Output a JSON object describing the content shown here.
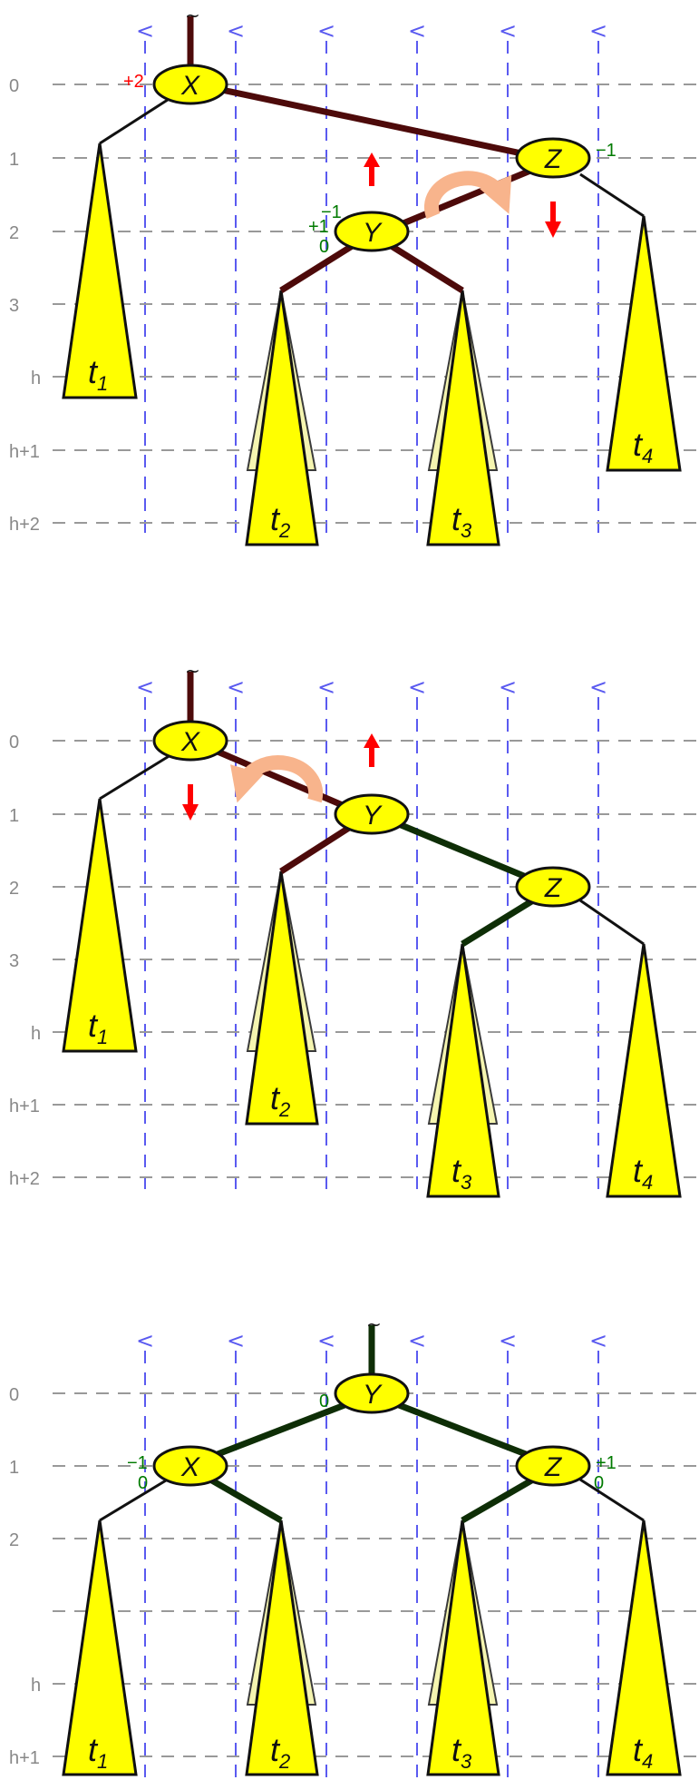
{
  "level_labels": {
    "p1": [
      "0",
      "1",
      "2",
      "3",
      "h",
      "h+1",
      "h+2"
    ],
    "p2": [
      "0",
      "1",
      "2",
      "3",
      "h",
      "h+1",
      "h+2"
    ],
    "p3": [
      "0",
      "1",
      "2",
      "",
      "h",
      "h+1"
    ]
  },
  "chevron_glyph": "<",
  "tilde_glyph": "~",
  "nodes": {
    "x": "X",
    "y": "Y",
    "z": "Z"
  },
  "trees": {
    "t1": {
      "base": "t",
      "sub": "1"
    },
    "t2": {
      "base": "t",
      "sub": "2"
    },
    "t3": {
      "base": "t",
      "sub": "3"
    },
    "t4": {
      "base": "t",
      "sub": "4"
    }
  },
  "balance": {
    "p1_x": "+2",
    "p1_z": "−1",
    "p1_y_a": "−1",
    "p1_y_b": "+1",
    "p1_y_c": "0",
    "p3_y": "0",
    "p3_x_a": "−1",
    "p3_x_b": "0",
    "p3_z_a": "+1",
    "p3_z_b": "0"
  },
  "colors": {
    "node_fill": "#ffff00",
    "subtree_fill": "#ffff00",
    "ghost_fill": "#f5f5b0",
    "edge_dark_red": "#4d0a0a",
    "edge_dark_green": "#0e2e06",
    "arrow_red": "#ff0000",
    "rotation_arrow": "#f8b48c",
    "balance_red": "#ff0000",
    "balance_green": "#007a00",
    "guide_vertical": "#5a5af0",
    "guide_horizontal": "#999999"
  }
}
